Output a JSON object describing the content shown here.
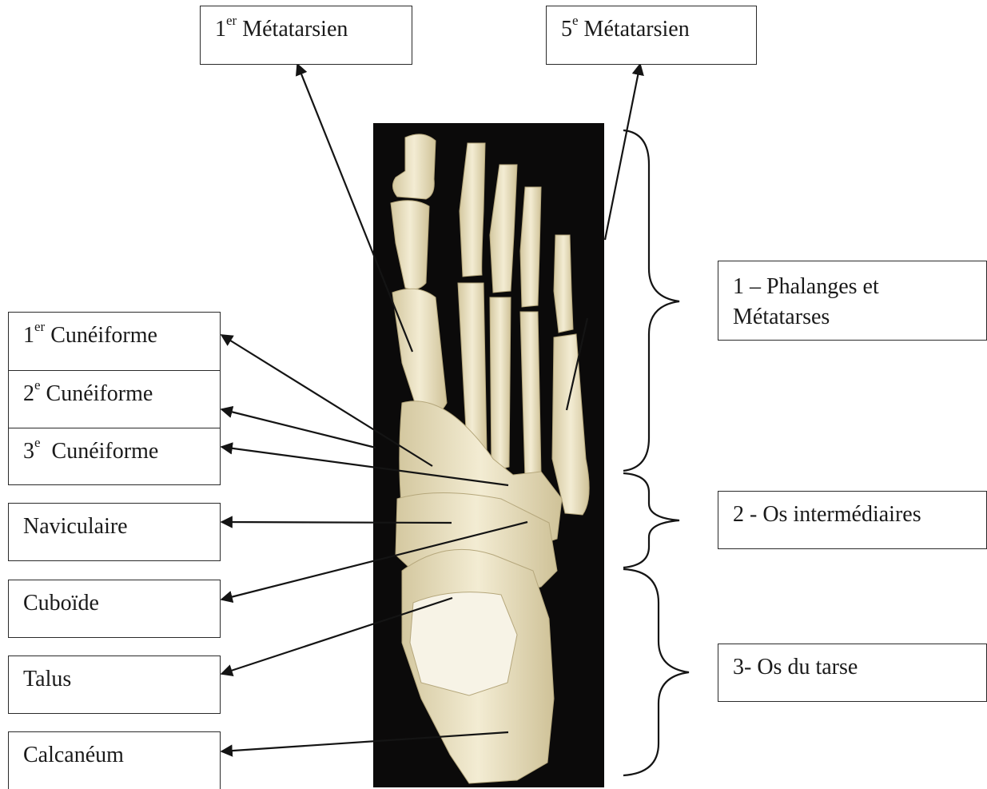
{
  "top_labels": {
    "first_metatarsal": {
      "num": "1",
      "sup": "er",
      "text": "Métatarsien"
    },
    "fifth_metatarsal": {
      "num": "5",
      "sup": "e",
      "text": "Métatarsien"
    }
  },
  "left_labels": {
    "cuneiform_1": {
      "num": "1",
      "sup": "er",
      "text": "Cunéiforme"
    },
    "cuneiform_2": {
      "num": "2",
      "sup": "e",
      "text": "Cunéiforme"
    },
    "cuneiform_3": {
      "num": "3",
      "sup": "e",
      "text": "Cunéiforme"
    },
    "navicular": "Naviculaire",
    "cuboid": "Cuboïde",
    "talus": "Talus",
    "calcaneus": "Calcanéum"
  },
  "right_groups": {
    "group_1_line1": "1 – Phalanges et",
    "group_1_line2": "Métatarses",
    "group_2": "2 - Os intermédiaires",
    "group_3": "3- Os du tarse"
  },
  "colors": {
    "photo_background": "#0b0a0a",
    "bone": "#ece4c6",
    "bone_shadow": "#c9bd93",
    "line": "#141414"
  }
}
